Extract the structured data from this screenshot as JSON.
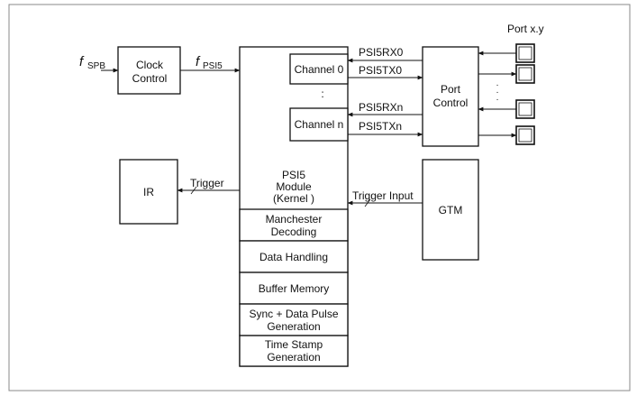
{
  "blocks": {
    "clock_control": [
      "Clock",
      "Control"
    ],
    "channel_0": "Channel  0",
    "channel_n": "Channel n",
    "channel_dots": ":",
    "port_control": [
      "Port",
      "Control"
    ],
    "port_dots": "·\n·\n·",
    "ir": "IR",
    "gtm": "GTM",
    "psi5_module": [
      "PSI5",
      "Module",
      "(Kernel )"
    ],
    "sub_blocks": [
      [
        "Manchester",
        "Decoding"
      ],
      [
        "Data Handling"
      ],
      [
        "Buffer Memory"
      ],
      [
        "Sync + Data Pulse",
        "Generation"
      ],
      [
        "Time Stamp",
        "Generation"
      ]
    ]
  },
  "signals": {
    "f_spb": {
      "symbol": "f",
      "subscript": "SPB"
    },
    "f_psi5": {
      "symbol": "f",
      "subscript": "PSI5"
    },
    "psi5rx0": "PSI5RX0",
    "psi5tx0": "PSI5TX0",
    "psi5rxn": "PSI5RXn",
    "psi5txn": "PSI5TXn",
    "trigger": "Trigger",
    "trigger_input": "Trigger Input",
    "port_xy": "Port x.y"
  }
}
